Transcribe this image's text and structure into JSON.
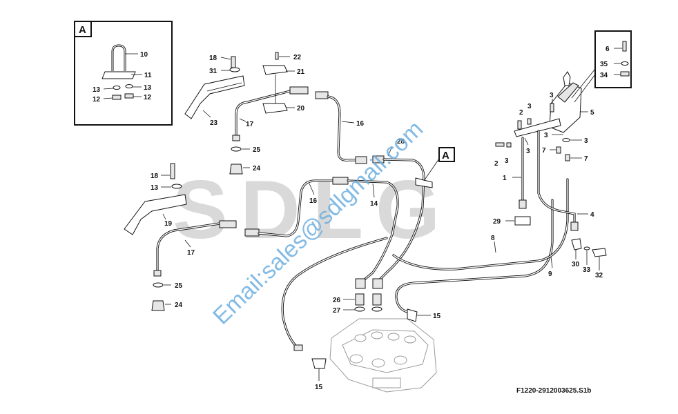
{
  "brand_watermark": "SDLG",
  "contact_watermark": "Email:sales@sdlgmail.com",
  "drawing_reference": "F1220-2912003625.S1b",
  "detail_letter": "A",
  "callouts": {
    "c10": "10",
    "c11": "11",
    "c13a": "13",
    "c13b": "13",
    "c12a": "12",
    "c12b": "12",
    "c18a": "18",
    "c31": "31",
    "c22": "22",
    "c21": "21",
    "c20": "20",
    "c23": "23",
    "c17a": "17",
    "c16a": "16",
    "c25a": "25",
    "c24a": "24",
    "c28": "28",
    "c18b": "18",
    "c13c": "13",
    "c16b": "16",
    "c14": "14",
    "c19": "19",
    "c17b": "17",
    "c25b": "25",
    "c24b": "24",
    "c26": "26",
    "c27": "27",
    "c15a": "15",
    "c15b": "15",
    "c6": "6",
    "c35": "35",
    "c34": "34",
    "c5": "5",
    "c3a": "3",
    "c2a": "2",
    "c3b": "3",
    "c3c": "3",
    "c3d": "3",
    "c3e": "3",
    "c7a": "7",
    "c7b": "7",
    "c2b": "2",
    "c3f": "3",
    "c1": "1",
    "c29": "29",
    "c4": "4",
    "c8": "8",
    "c9": "9",
    "c30": "30",
    "c33": "33",
    "c32": "32"
  },
  "colors": {
    "line": "#111111",
    "brand_gray": "#d9d9d9",
    "email_blue": "#6fb0e0",
    "accent_red": "#c8102e"
  }
}
